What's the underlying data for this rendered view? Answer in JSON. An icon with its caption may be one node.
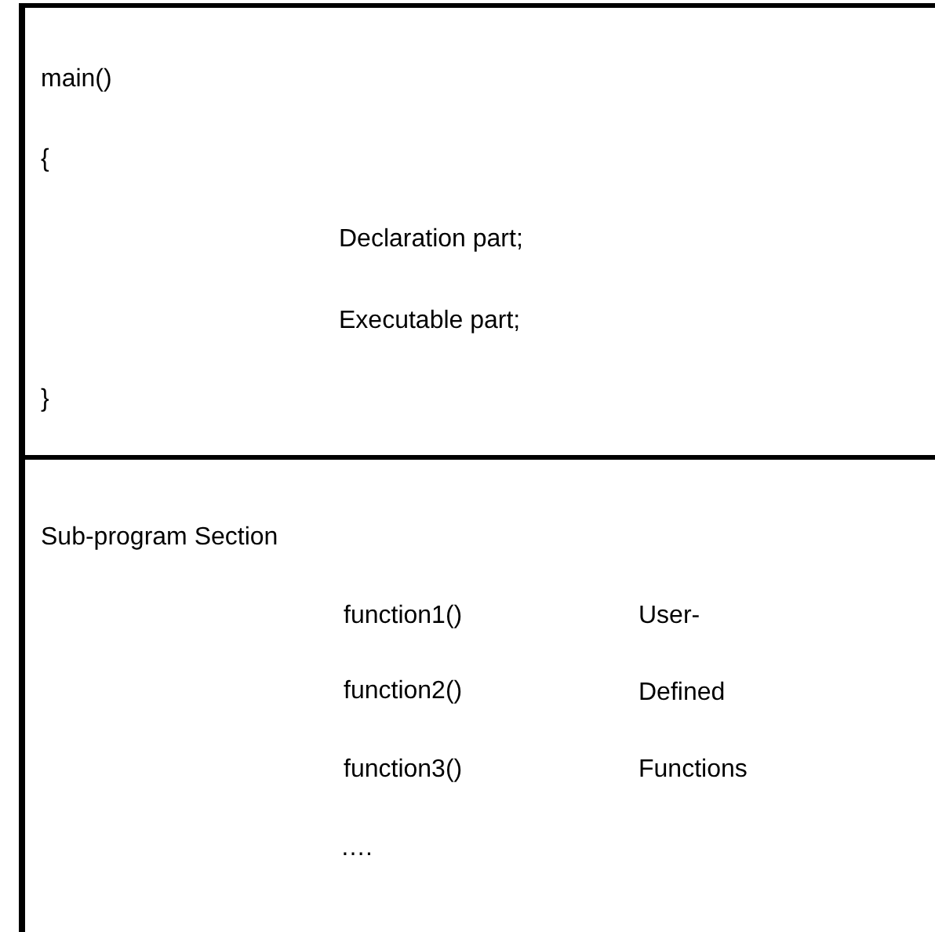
{
  "diagram": {
    "nodes": [
      {
        "text": [
          "main()",
          "{",
          "Declaration part;",
          "Executable part;",
          "}"
        ]
      },
      {
        "text": [
          "Sub-program Section",
          "function1()",
          "function2()",
          "function3()",
          "….",
          "User- Defined Functions"
        ]
      }
    ]
  }
}
